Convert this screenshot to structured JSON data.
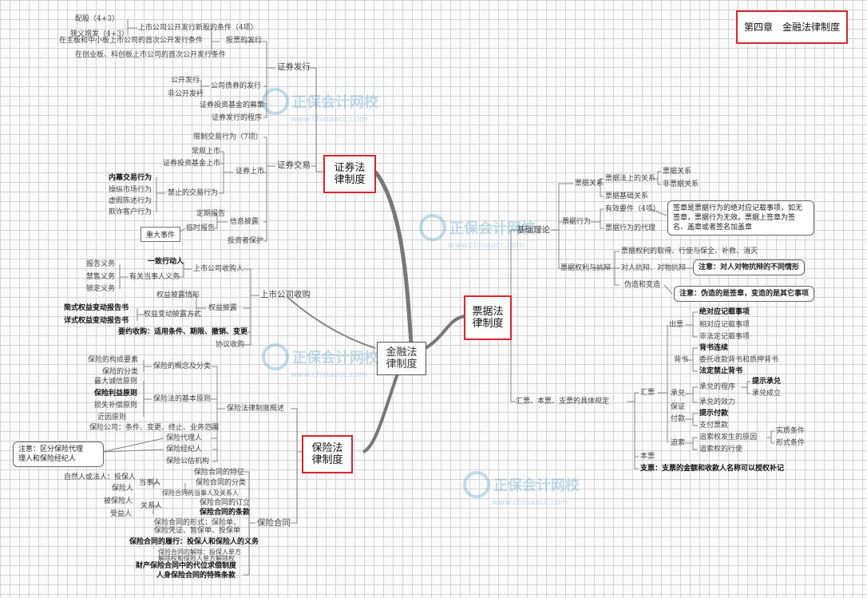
{
  "chapter_title": "第四章　金融法律制度",
  "watermark": {
    "brand": "正保会计网校",
    "url": "www.chinaacc.com"
  },
  "center": "金融法\n律制度",
  "branches": {
    "securities": "证券法\n律制度",
    "bills": "票据法\n律制度",
    "insurance": "保险法\n律制度"
  },
  "sec": {
    "issue": "证券发行",
    "stock_issue": "股票的发行",
    "listed_new_shares": "上市公司公开发行新股的条件（4项）",
    "rights_issue": "配股（4+3）",
    "narrow_issue": "狭义增发（4+3）",
    "main_board_ipo": "在主板和中小板上市公司的首次公开发行条件",
    "chinext_ipo": "在创业板、科创板上市公司的首次公开发行条件",
    "bond_issue": "公司债券的发行",
    "public_issue": "公开发行",
    "private_issue": "非公开发行",
    "fund_raise": "证券投资基金的募集",
    "issue_procedure": "证券发行的程序",
    "trading": "证券交易",
    "restricted_trading": "限制交易行为（7项）",
    "listing": "证券上市",
    "regular_listing": "常规上市",
    "fund_listing": "证券投资基金上市",
    "prohibited": "禁止的交易行为",
    "insider": "内幕交易行为",
    "manipulation": "操纵市场行为",
    "false_statement": "虚假陈述行为",
    "fraud": "欺诈客户行为",
    "disclosure": "信息披露",
    "periodic_report": "定期报告",
    "interim_report": "临时报告",
    "major_event": "重大事件",
    "investor_protection": "投资者保护",
    "acquisition": "上市公司收购",
    "acquirer": "上市公司收购人",
    "concerted": "一致行动人",
    "related_duty": "有关当事人义务",
    "report_duty": "报告义务",
    "ban_duty": "禁售义务",
    "lock_duty": "锁定义务",
    "equity_disclosure": "权益披露",
    "disclosure_situation": "权益披露情形",
    "change_disclosure": "权益变动披露方式",
    "simple_report": "简式权益变动报告书",
    "detailed_report": "详式权益变动报告书",
    "tender_offer": "要约收购：适用条件、期限、撤销、变更",
    "agreement_acq": "协议收购"
  },
  "ins": {
    "overview": "保险法律制度概述",
    "concept": "保险的概念及分类",
    "elements": "保险的构成要素",
    "classification": "保险的分类",
    "principles": "保险法的基本原则",
    "good_faith": "最大诚信原则",
    "insurable_interest": "保险利益原则",
    "indemnity": "损失补偿原则",
    "proximate_cause": "近因原则",
    "company": "保险公司：条件、变更、终止、业务范围",
    "agent": "保险代理人",
    "broker": "保险经纪人",
    "assessor": "保险公估机构",
    "note": "注意：区分保险代理\n理人和保险经纪人",
    "contract": "保险合同",
    "features": "保险合同的特征",
    "contract_class": "保险合同的分类",
    "parties": "保险合同的当事人及关系人",
    "party": "当事人",
    "insurer_holder": "自然人或法人：投保人",
    "insurer": "保险人",
    "related": "关系人",
    "insured": "被保险人",
    "beneficiary": "受益人",
    "formation": "保险合同的订立",
    "clauses": "保险合同的条款",
    "form": "保险合同的形式：保险单、",
    "form2": "保险凭证、暂保单、投保单",
    "performance": "保险合同的履行：投保人和保险人的义务",
    "termination": "保险合同的解除：投保人单方",
    "termination2": "解除权和保险人单方解除权",
    "subrogation": "财产保险合同中的代位求偿制度",
    "life_clauses": "人身保险合同的特殊条款"
  },
  "bill": {
    "basic_theory": "基础理论",
    "relation": "票据关系",
    "legal_relation": "票据法上的关系",
    "bill_relation": "票据关系",
    "non_bill_relation": "非票据关系",
    "basic_relation": "票据基础关系",
    "act": "票据行为",
    "valid_elements": "有效要件（4项）",
    "agency": "票据行为的代理",
    "signature_note": "签章是票据行为的绝对应记载事项，如无签章，票据行为无效。票据上签章为签名、盖章或者签名加盖章",
    "rights": "票据权利与抗辩",
    "acquire": "票据权利的取得、行使与保全、补救、消灭",
    "defense": "对人抗辩、对物抗辩",
    "defense_note": "注意：对人对物抗辩的不同情形",
    "forgery": "伪造和变造",
    "forgery_note": "注意：伪造的是签章，变造的是其它事项",
    "specific": "汇票、本票、支票的具体规定",
    "draft": "汇票",
    "issue": "出票",
    "absolute": "绝对应记载事项",
    "relative": "相对应记载事项",
    "non_legal": "非法定记载事项",
    "endorse": "背书",
    "continuity": "背书连续",
    "entrust": "委托收款背书和质押背书",
    "prohibited": "法定禁止背书",
    "accept": "承兑",
    "accept_proc": "承兑的程序",
    "presentment": "提示承兑",
    "accept_done": "承兑成立",
    "accept_effect": "承兑的效力",
    "guarantee": "保证",
    "payment": "付款",
    "payment_present": "提示付款",
    "payment_pay": "支付票款",
    "recourse": "追索",
    "recourse_cause": "追索权发生的原因",
    "substantive": "实质条件",
    "formal": "形式条件",
    "recourse_exercise": "追索权的行使",
    "note": "本票",
    "check": "支票：支票的金额和收款人名称可以授权补记"
  }
}
